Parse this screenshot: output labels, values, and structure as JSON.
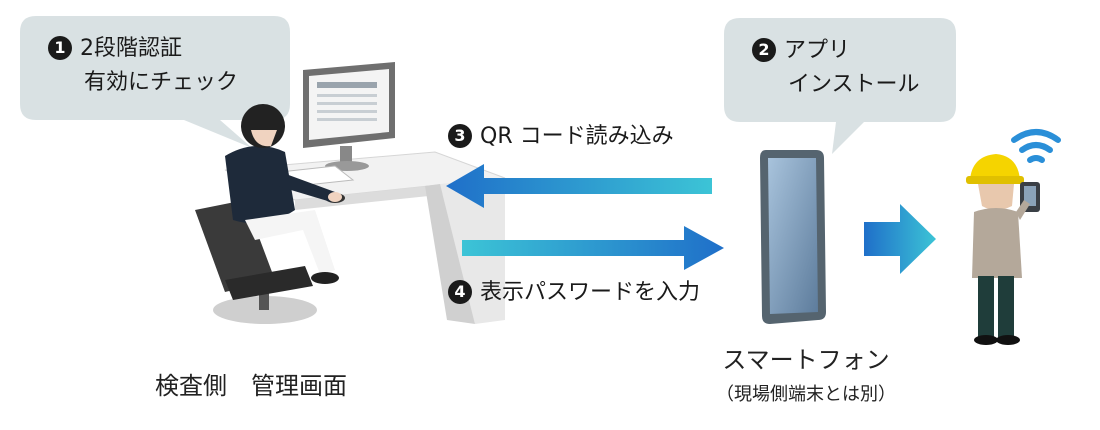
{
  "steps": {
    "step1": {
      "number": "1",
      "line1": "2段階認証",
      "line2": "有効にチェック"
    },
    "step2": {
      "number": "2",
      "line1": "アプリ",
      "line2": "インストール"
    },
    "step3": {
      "number": "3",
      "label": "QR コード読み込み"
    },
    "step4": {
      "number": "4",
      "label": "表示パスワードを入力"
    }
  },
  "captions": {
    "left": "検査側　管理画面",
    "right_main": "スマートフォン",
    "right_sub": "（現場側端末とは別）"
  },
  "colors": {
    "bubble": "#d9e1e3",
    "arrow_blue": "#1f6fc9",
    "arrow_teal": "#3cc4d6",
    "helmet": "#f5d400",
    "wifi": "#2a8fd8"
  }
}
